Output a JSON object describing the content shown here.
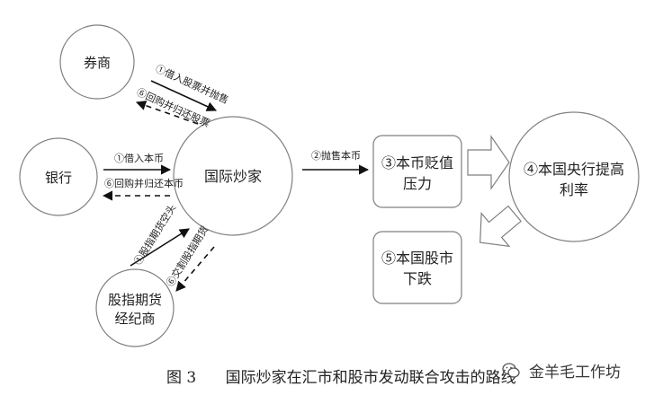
{
  "nodes": {
    "broker": "券商",
    "bank": "银行",
    "hedge": "国际炒家",
    "futures_line1": "股指期货",
    "futures_line2": "经纪商",
    "pressure_line1": "③本币贬值",
    "pressure_line2": "压力",
    "central_line1": "④本国央行提高",
    "central_line2": "利率",
    "stock_line1": "⑤本国股市",
    "stock_line2": "下跌"
  },
  "edges": {
    "borrow_stock": "①借入股票并抛售",
    "buyback_stock": "⑥回购并归还股票",
    "borrow_currency": "①借入本币",
    "repay_currency": "⑥回购并归还本币",
    "sell_currency": "②抛售本币",
    "short_futures": "①股指期货空头",
    "settle_futures": "⑥交割股指期货"
  },
  "caption": {
    "label": "图 3",
    "text": "国际炒家在汇市和股市发动联合攻击的路线"
  },
  "watermark": {
    "text": "金羊毛工作坊",
    "icon": "wechat-icon"
  }
}
